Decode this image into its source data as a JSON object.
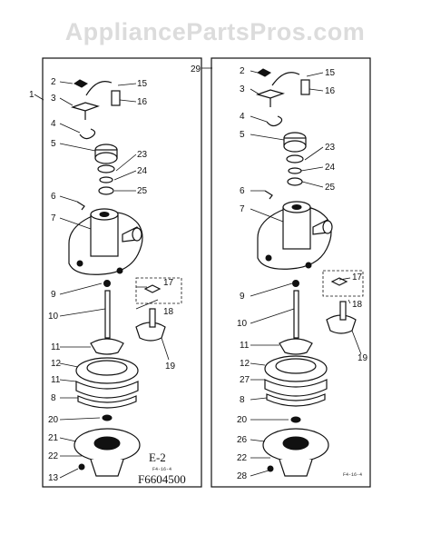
{
  "watermark": "AppliancePartsPros.com",
  "left_assembly": {
    "assembly_callout": "1",
    "callouts": [
      "2",
      "3",
      "4",
      "5",
      "6",
      "7",
      "9",
      "10",
      "11",
      "12",
      "11",
      "8",
      "20",
      "21",
      "22",
      "13",
      "15",
      "16",
      "23",
      "24",
      "25",
      "17",
      "18",
      "19"
    ],
    "stamp": "E-2",
    "stamp_sub": "F4-16-4",
    "part_number": "F6604500"
  },
  "right_assembly": {
    "assembly_callout": "29",
    "callouts": [
      "2",
      "3",
      "4",
      "5",
      "6",
      "7",
      "9",
      "10",
      "11",
      "12",
      "27",
      "8",
      "20",
      "26",
      "22",
      "28",
      "15",
      "16",
      "23",
      "24",
      "25",
      "17",
      "18",
      "19"
    ],
    "stamp_sub": "F4-16-4"
  },
  "colors": {
    "ink": "#111111",
    "watermark": "#dcdcdc",
    "paper": "#ffffff"
  }
}
